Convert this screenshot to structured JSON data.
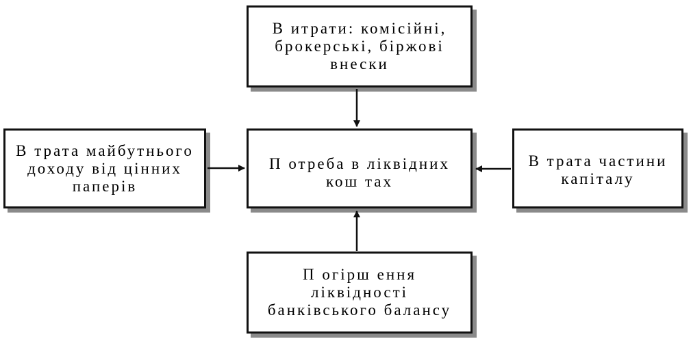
{
  "diagram": {
    "center": {
      "label": "П отреба в ліквідних\nкош тах"
    },
    "top": {
      "label": "В итрати: комісійні,\nброкерські, біржові\nвнески"
    },
    "left": {
      "label": "В трата майбутнього\nдоходу від цінних\nпаперів"
    },
    "right": {
      "label": "В трата частини\nкапіталу"
    },
    "bottom": {
      "label": "П огірш ення\nліквідності\nбанківського балансу"
    },
    "colors": {
      "border": "#111111",
      "shadow": "#8a8a8a",
      "arrow": "#111111"
    }
  }
}
